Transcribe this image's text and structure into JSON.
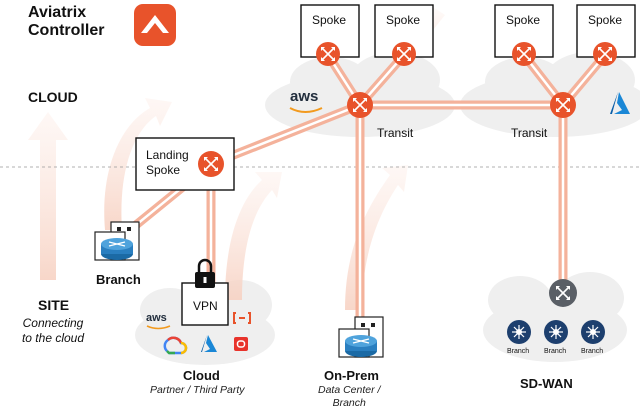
{
  "brand": {
    "line1": "Aviatrix",
    "line2": "Controller"
  },
  "zones": {
    "cloud": "CLOUD",
    "site": "SITE",
    "site_sub_1": "Connecting",
    "site_sub_2": "to the cloud"
  },
  "spokes": [
    "Spoke",
    "Spoke",
    "Spoke",
    "Spoke"
  ],
  "transit": [
    "Transit",
    "Transit"
  ],
  "landing_spoke": {
    "line1": "Landing",
    "line2": "Spoke"
  },
  "aws_logo": "aws",
  "branch": "Branch",
  "vpn": "VPN",
  "cloud_partner": {
    "title": "Cloud",
    "sub": "Partner / Third Party",
    "aws": "aws"
  },
  "onprem": {
    "title": "On-Prem",
    "sub1": "Data Center /",
    "sub2": "Branch"
  },
  "sdwan": {
    "title": "SD-WAN",
    "branches": [
      "Branch",
      "Branch",
      "Branch"
    ]
  },
  "colors": {
    "accent": "#e8532b",
    "pipe": "#f2a58c",
    "cloud": "#efefef"
  }
}
